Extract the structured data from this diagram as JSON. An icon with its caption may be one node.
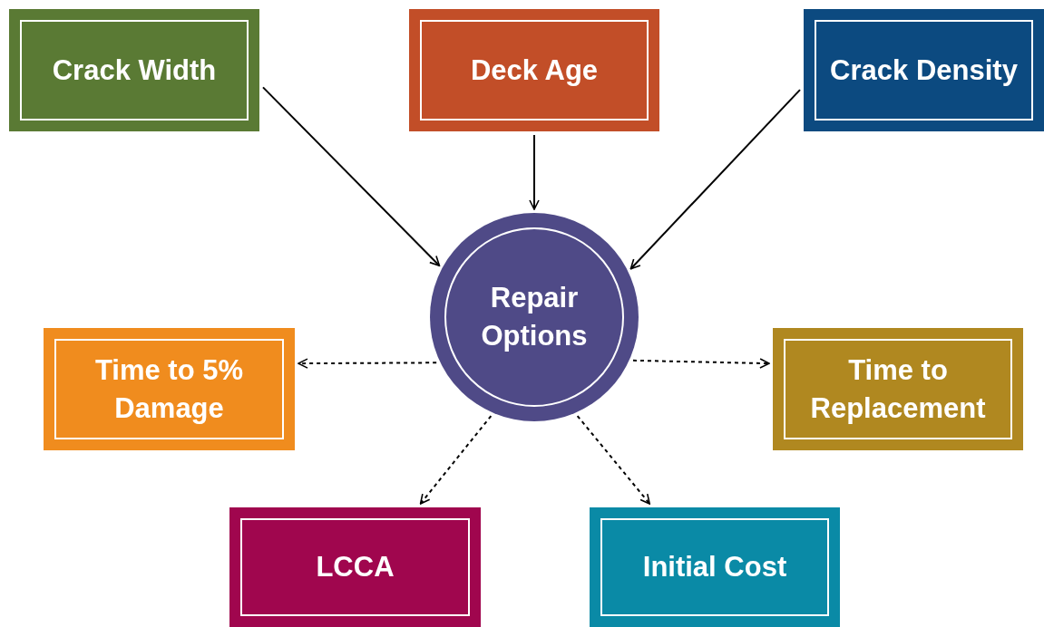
{
  "diagram": {
    "nodes": [
      {
        "text": [
          "Crack Width"
        ]
      },
      {
        "text": [
          "Deck Age"
        ]
      },
      {
        "text": [
          "Crack Density"
        ]
      },
      {
        "text": [
          "Repair Options"
        ]
      },
      {
        "text": [
          "Time to 5% Damage"
        ]
      },
      {
        "text": [
          "Time to Replacement"
        ]
      },
      {
        "text": [
          "LCCA"
        ]
      },
      {
        "text": [
          "Initial Cost"
        ]
      }
    ],
    "edges": [
      {
        "from": 0,
        "to": 3,
        "arrow": "to"
      },
      {
        "from": 1,
        "to": 3,
        "arrow": "to"
      },
      {
        "from": 2,
        "to": 3,
        "arrow": "to"
      },
      {
        "from": 3,
        "to": 4,
        "arrow": "to",
        "style": "dashed"
      },
      {
        "from": 3,
        "to": 5,
        "arrow": "to",
        "style": "dashed"
      },
      {
        "from": 3,
        "to": 6,
        "arrow": "to",
        "style": "dashed"
      },
      {
        "from": 3,
        "to": 7,
        "arrow": "to",
        "style": "dashed"
      }
    ]
  }
}
